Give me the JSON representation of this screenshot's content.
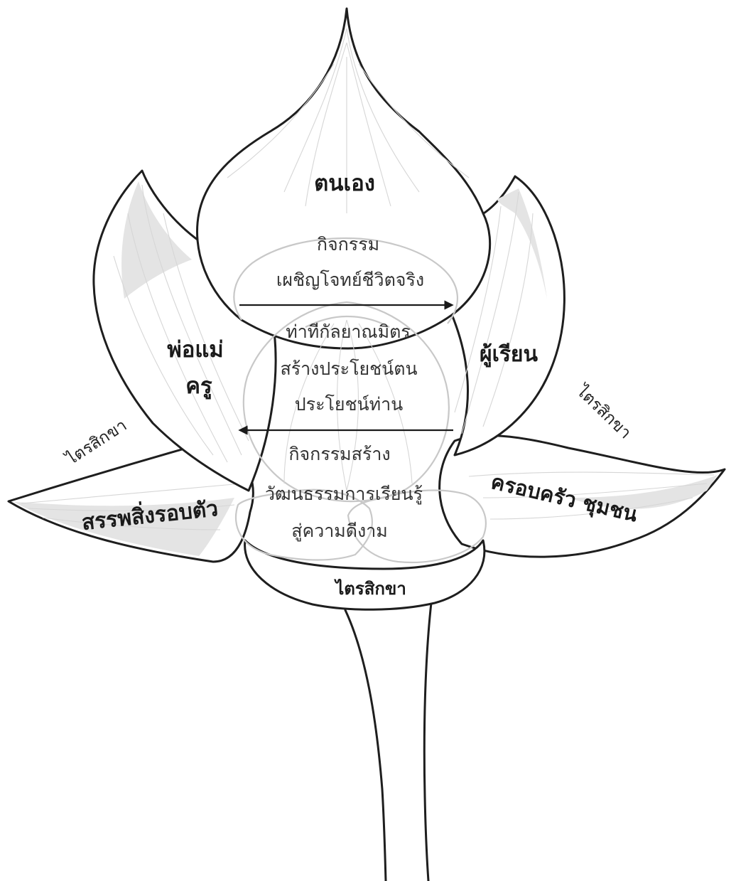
{
  "center": {
    "title": "ตนเอง",
    "activity_top": [
      "กิจกรรม",
      "เผชิญโจทย์ชีวิตจริง"
    ],
    "kalyanamitra": [
      "ท่าทีกัลยาณมิตร",
      "สร้างประโยชน์ตน",
      "ประโยชน์ท่าน"
    ],
    "activity_bottom": [
      "กิจกรรมสร้าง",
      "วัฒนธรรมการเรียนรู้",
      "สู่ความดีงาม"
    ]
  },
  "left_petal": {
    "label_line1": "พ่อแม่",
    "label_line2": "ครู"
  },
  "right_petal": {
    "label": "ผู้เรียน"
  },
  "left_leaf": {
    "label": "สรรพสิ่งรอบตัว"
  },
  "right_leaf": {
    "label": "ครอบครัว ชุมชน"
  },
  "trisikkha_left": "ไตรสิกขา",
  "trisikkha_right": "ไตรสิกขา",
  "trisikkha_base": "ไตรสิกขา",
  "arrows": [
    {
      "direction": "right",
      "from": "พ่อแม่ ครู",
      "to": "ผู้เรียน"
    },
    {
      "direction": "left",
      "from": "ผู้เรียน",
      "to": "พ่อแม่ ครู"
    }
  ]
}
